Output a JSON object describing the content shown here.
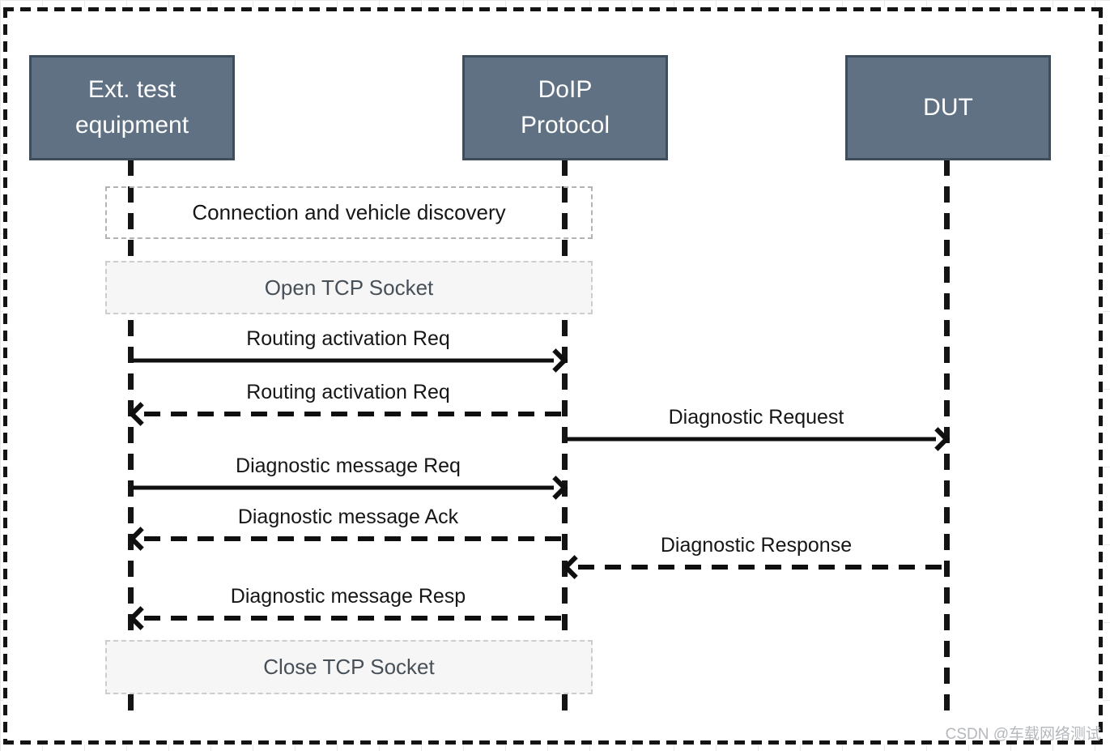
{
  "page": {
    "watermark": "CSDN @车载网络测试"
  },
  "colors": {
    "actor_fill": "#5f7183",
    "actor_border": "#3e4d5b",
    "line_color": "#0f0f0f",
    "phase_fill": "#f6f6f6",
    "phase_border": "#cdcdcd",
    "phase_text": "#474f57",
    "watermark_text": "#b4b7bb"
  },
  "diagram": {
    "type": "sequence-diagram",
    "actors": [
      {
        "name": "Ext. test equipment",
        "lines": [
          "Ext. test",
          "equipment"
        ]
      },
      {
        "name": "DoIP Protocol",
        "lines": [
          "DoIP",
          "Protocol"
        ]
      },
      {
        "name": "DUT",
        "lines": [
          "DUT"
        ]
      }
    ],
    "phases": [
      {
        "label": "Connection and vehicle discovery",
        "style": "plain"
      },
      {
        "label": "Open TCP Socket",
        "style": "filled"
      },
      {
        "label": "Close TCP Socket",
        "style": "filled"
      }
    ],
    "messages": [
      {
        "label": "Routing activation Req",
        "from": "Ext. test equipment",
        "to": "DoIP Protocol",
        "line": "solid",
        "direction": "right"
      },
      {
        "label": "Routing activation Req",
        "from": "DoIP Protocol",
        "to": "Ext. test equipment",
        "line": "dashed",
        "direction": "left"
      },
      {
        "label": "Diagnostic Request",
        "from": "DoIP Protocol",
        "to": "DUT",
        "line": "solid",
        "direction": "right"
      },
      {
        "label": "Diagnostic message Req",
        "from": "Ext. test equipment",
        "to": "DoIP Protocol",
        "line": "solid",
        "direction": "right"
      },
      {
        "label": "Diagnostic message Ack",
        "from": "DoIP Protocol",
        "to": "Ext. test equipment",
        "line": "dashed",
        "direction": "left"
      },
      {
        "label": "Diagnostic Response",
        "from": "DUT",
        "to": "DoIP Protocol",
        "line": "dashed",
        "direction": "left"
      },
      {
        "label": "Diagnostic message Resp",
        "from": "DoIP Protocol",
        "to": "Ext. test equipment",
        "line": "dashed",
        "direction": "left"
      }
    ]
  }
}
